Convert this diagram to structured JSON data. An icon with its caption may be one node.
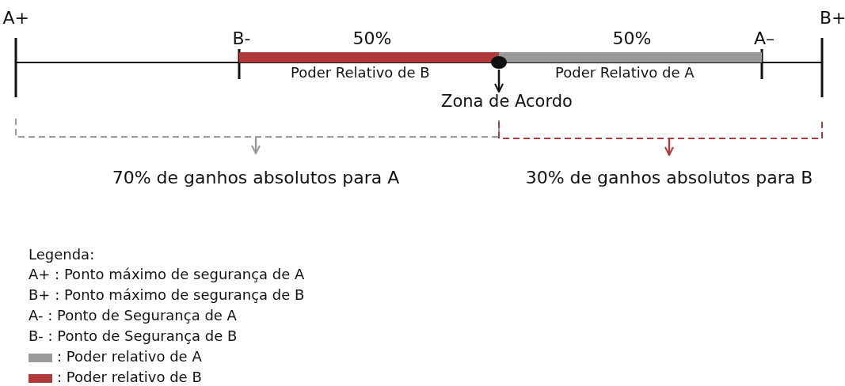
{
  "diagram": {
    "nodes": [
      {
        "text": [],
        "shape": "circle"
      },
      {
        "text": [
          "Zona de Acordo"
        ]
      },
      {
        "text": [
          "70% de ganhos absolutos para A"
        ]
      },
      {
        "text": [
          "30% de ganhos absolutos para B"
        ]
      }
    ],
    "edges": [
      {
        "from": 0,
        "to": 1,
        "arrow": "to"
      },
      {
        "from": null,
        "to": 2,
        "arrow": "to",
        "color": "#999999"
      },
      {
        "from": null,
        "to": 3,
        "arrow": "to",
        "color": "#b03a3a"
      }
    ],
    "labels": [
      "A+",
      "B-",
      "50%",
      "50%",
      "A–",
      "B+",
      "Poder Relativo de B",
      "Poder Relativo de A",
      "Legenda:"
    ],
    "legend": [
      {
        "text": "A+ : Ponto máximo de segurança de A"
      },
      {
        "text": "B+ : Ponto máximo de segurança de B"
      },
      {
        "text": "A- : Ponto de Segurança de A"
      },
      {
        "text": "B- : Ponto de Segurança de B"
      },
      {
        "text": ": Poder relativo de A",
        "color": "#999999"
      },
      {
        "text": ": Poder relativo de B",
        "color": "#b03a3a"
      }
    ]
  }
}
